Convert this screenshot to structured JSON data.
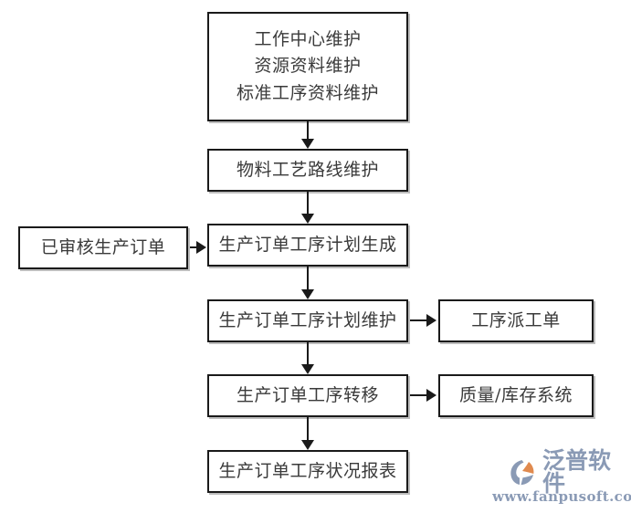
{
  "diagram": {
    "type": "flowchart",
    "background_color": "#ffffff",
    "box_border_color": "#1a1a1a",
    "box_fill_color": "#ffffff",
    "text_color": "#3a3a3a",
    "connector_color": "#1a1a1a",
    "nodes": {
      "basic_data": {
        "lines": [
          "工作中心维护",
          "资源资料维护",
          "标准工序资料维护"
        ]
      },
      "routing": {
        "label": "物料工艺路线维护"
      },
      "approved_order": {
        "label": "已审核生产订单"
      },
      "plan_generate": {
        "label": "生产订单工序计划生成"
      },
      "plan_maintain": {
        "label": "生产订单工序计划维护"
      },
      "dispatch_order": {
        "label": "工序派工单"
      },
      "operation_transfer": {
        "label": "生产订单工序转移"
      },
      "quality_inventory": {
        "label": "质量/库存系统"
      },
      "status_report": {
        "label": "生产订单工序状况报表"
      }
    }
  },
  "watermark": {
    "brand": "泛普软件",
    "url": "www.fanpusoft.com",
    "brand_color": "#8a9ab5",
    "accent_color": "#e08a4f"
  }
}
